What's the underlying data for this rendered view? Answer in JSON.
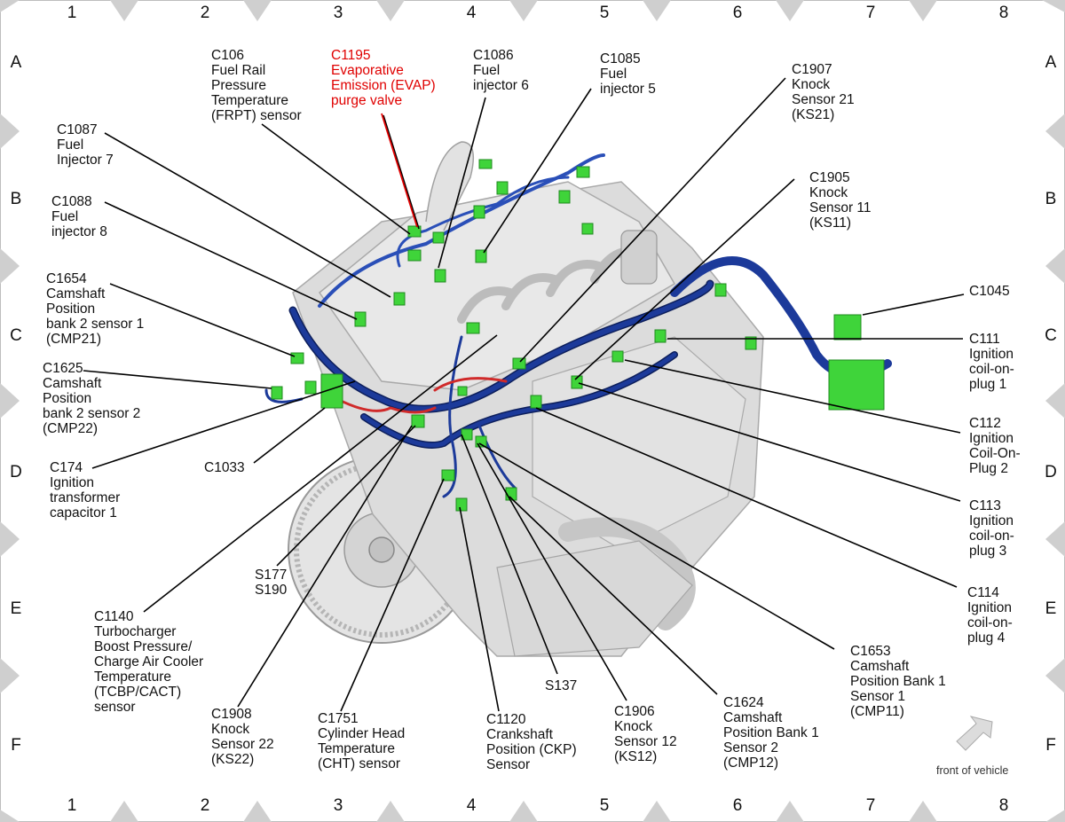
{
  "grid": {
    "columns": [
      "1",
      "2",
      "3",
      "4",
      "5",
      "6",
      "7",
      "8"
    ],
    "rows": [
      "A",
      "B",
      "C",
      "D",
      "E",
      "F"
    ]
  },
  "front_note": "front of vehicle",
  "colors": {
    "harness": "#1c3a9a",
    "harness_dark": "#0d1f5c",
    "connector": "#3fd43a",
    "highlight_label": "#e00000",
    "engine": "#d6d6d6",
    "frame_marker": "#cccccc"
  },
  "labels": {
    "c106": "C106\nFuel Rail\nPressure\nTemperature\n(FRPT) sensor",
    "c1195": "C1195\nEvaporative\nEmission (EVAP)\npurge valve",
    "c1086": "C1086\nFuel\ninjector 6",
    "c1085": "C1085\nFuel\ninjector 5",
    "c1907": "C1907\nKnock\nSensor 21\n(KS21)",
    "c1087": "C1087\nFuel\nInjector 7",
    "c1088": "C1088\nFuel\ninjector 8",
    "c1905": "C1905\nKnock\nSensor 11\n(KS11)",
    "c1654": "C1654\nCamshaft\nPosition\nbank 2 sensor 1\n(CMP21)",
    "c1045": "C1045",
    "c111": "C111\nIgnition\ncoil-on-\nplug 1",
    "c1625": "C1625\nCamshaft\nPosition\nbank 2 sensor 2\n(CMP22)",
    "c112": "C112\nIgnition\nCoil-On-\nPlug 2",
    "c1033": "C1033",
    "c174": "C174\nIgnition\ntransformer\ncapacitor 1",
    "c113": "C113\nIgnition\ncoil-on-\nplug 3",
    "s177": "S177\nS190",
    "c114": "C114\nIgnition\ncoil-on-\nplug 4",
    "c1140": "C1140\nTurbocharger\nBoost Pressure/\nCharge Air Cooler\nTemperature\n(TCBP/CACT)\nsensor",
    "c1653": "C1653\nCamshaft\nPosition Bank 1\nSensor 1\n(CMP11)",
    "s137": "S137",
    "c1908": "C1908\nKnock\nSensor 22\n(KS22)",
    "c1751": "C1751\nCylinder Head\nTemperature\n(CHT) sensor",
    "c1120": "C1120\nCrankshaft\nPosition (CKP)\nSensor",
    "c1906": "C1906\nKnock\nSensor 12\n(KS12)",
    "c1624": "C1624\nCamshaft\nPosition Bank 1\nSensor 2\n(CMP12)"
  }
}
